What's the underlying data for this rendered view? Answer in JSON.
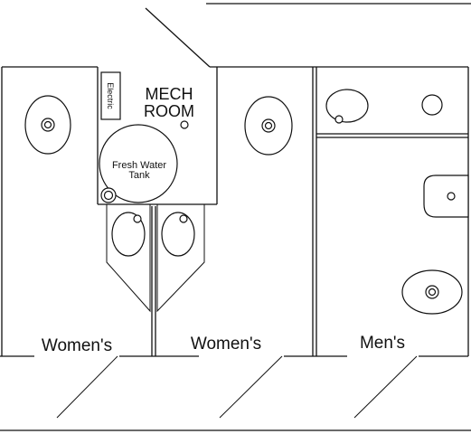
{
  "floor_plan": {
    "rooms": {
      "mech_room": {
        "line1": "MECH",
        "line2": "ROOM"
      },
      "electric": "Electric",
      "tank": {
        "line1": "Fresh Water",
        "line2": "Tank"
      },
      "womens_left": "Women's",
      "womens_right": "Women's",
      "mens": "Men's"
    }
  }
}
